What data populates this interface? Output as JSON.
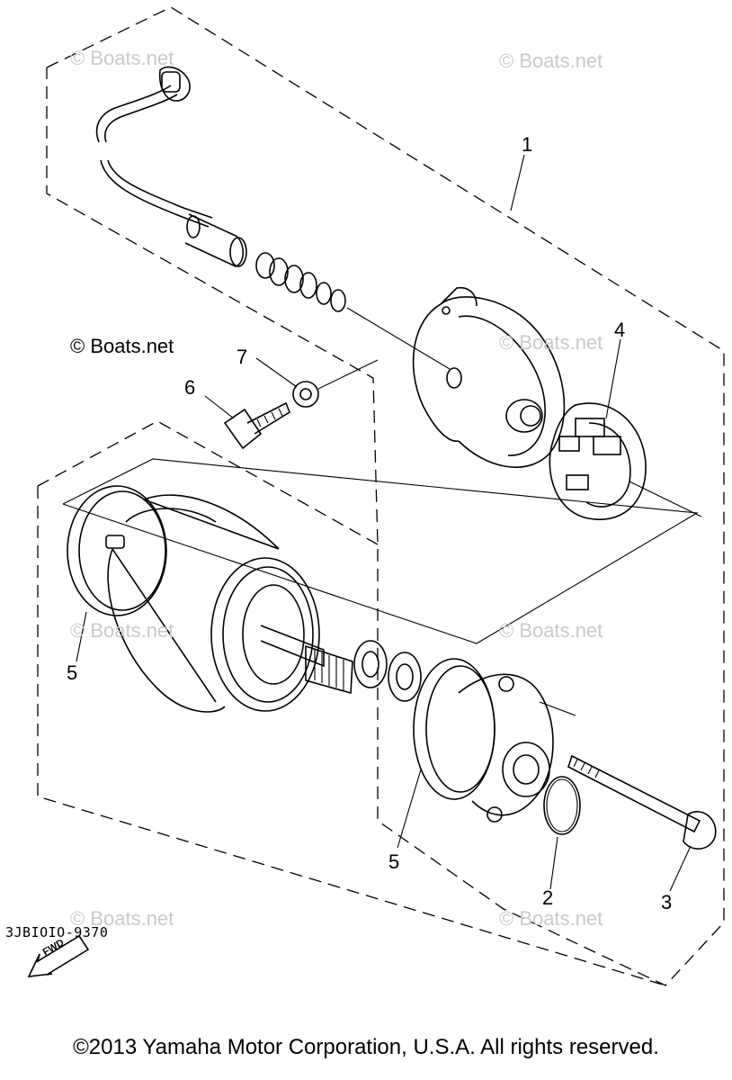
{
  "watermarks": [
    "© Boats.net",
    "© Boats.net",
    "© Boats.net",
    "© Boats.net",
    "© Boats.net",
    "© Boats.net",
    "© Boats.net",
    "© Boats.net"
  ],
  "prominent_watermark": "© Boats.net",
  "callouts": [
    "1",
    "4",
    "7",
    "6",
    "5",
    "5",
    "2",
    "3"
  ],
  "fwd_label": "FWD",
  "diagram_code": "3JBIOIO-9370",
  "copyright": "©2013 Yamaha Motor Corporation, U.S.A. All rights reserved.",
  "colors": {
    "line": "#000000",
    "watermark": "#c9c9c9",
    "background": "#ffffff"
  }
}
